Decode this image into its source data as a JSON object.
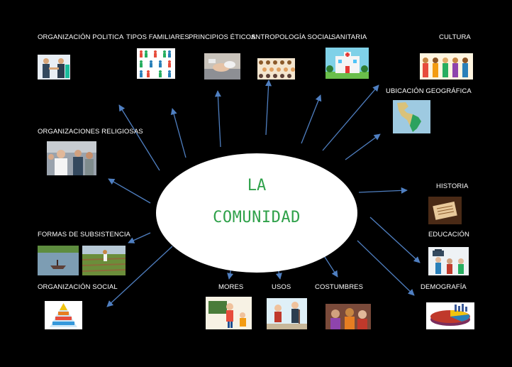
{
  "center": {
    "line1": "LA",
    "line2": "COMUNIDAD",
    "text_color": "#2fa14a"
  },
  "arrow_color": "#4f7fc1",
  "labels": {
    "organizacion_politica": "ORGANIZACIÓN POLITICA",
    "tipos_familiares": "TIPOS FAMILIARES",
    "principios_eticos": "PRINCIPIOS ÉTICOS",
    "antropologia_social": "ANTROPOLOGÍA SOCIAL",
    "sanitaria": "SANITARIA",
    "cultura": "CULTURA",
    "ubicacion_geografica": "UBICACIÓN GEOGRÁFICA",
    "organizaciones_religiosas": "ORGANIZACIONES RELIGIOSAS",
    "historia": "HISTORIA",
    "formas_de_subsistencia": "FORMAS DE SUBSISTENCIA",
    "educacion": "EDUCACIÓN",
    "organizacion_social": "ORGANIZACIÓN SOCIAL",
    "mores": "MORES",
    "usos": "USOS",
    "costumbres": "COSTUMBRES",
    "demografia": "DEMOGRAFÍA"
  }
}
